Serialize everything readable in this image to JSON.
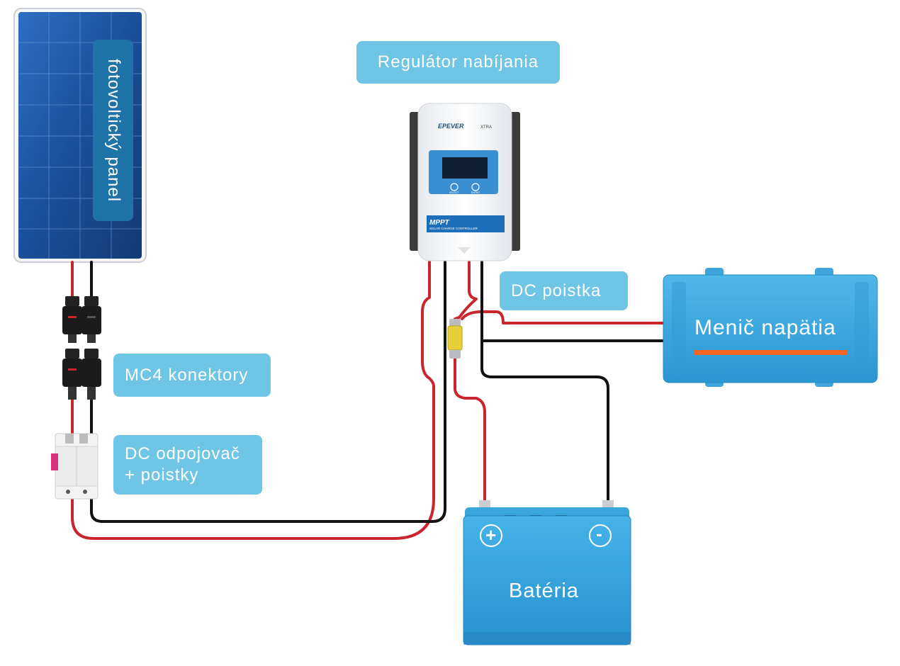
{
  "labels": {
    "solar_panel": "fotovoltický panel",
    "charge_controller": "Regulátor nabíjania",
    "mc4": "MC4 konektory",
    "dc_disconnect_line1": "DC odpojovač",
    "dc_disconnect_line2": "+ poistky",
    "dc_fuse": "DC poistka",
    "inverter": "Menič napätia",
    "battery": "Batéria",
    "battery_plus": "+",
    "battery_minus": "-"
  },
  "controller": {
    "brand": "EPEVER",
    "model": "XTRA",
    "badge": "MPPT",
    "subtitle": "SOLAR CHARGE CONTROLLER",
    "button_left": "SELECT",
    "button_right": "ENTER"
  },
  "colors": {
    "wire_positive": "#c8262c",
    "wire_negative": "#111111",
    "label_bg": "#6ec5e6",
    "device_blue": "#2ea6df",
    "panel_blue": "#1a4f9a",
    "inverter_stripe": "#f26522"
  }
}
